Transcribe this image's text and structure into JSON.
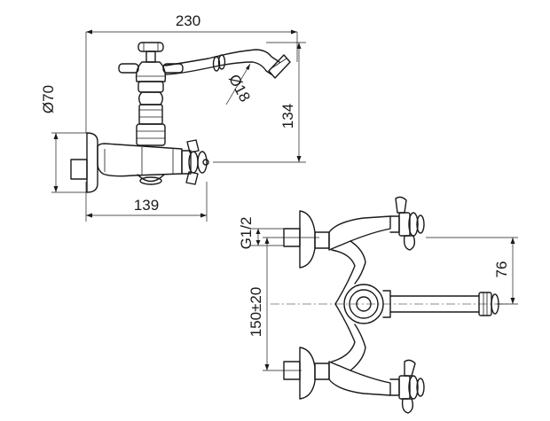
{
  "side_view": {
    "width_overall": "230",
    "height_spout": "134",
    "depth_body": "139",
    "rosette_diameter": "Ø70",
    "spout_diameter": "Ø18"
  },
  "top_view": {
    "thread": "G1/2",
    "center_distance": "150±20",
    "spout_offset": "76"
  }
}
